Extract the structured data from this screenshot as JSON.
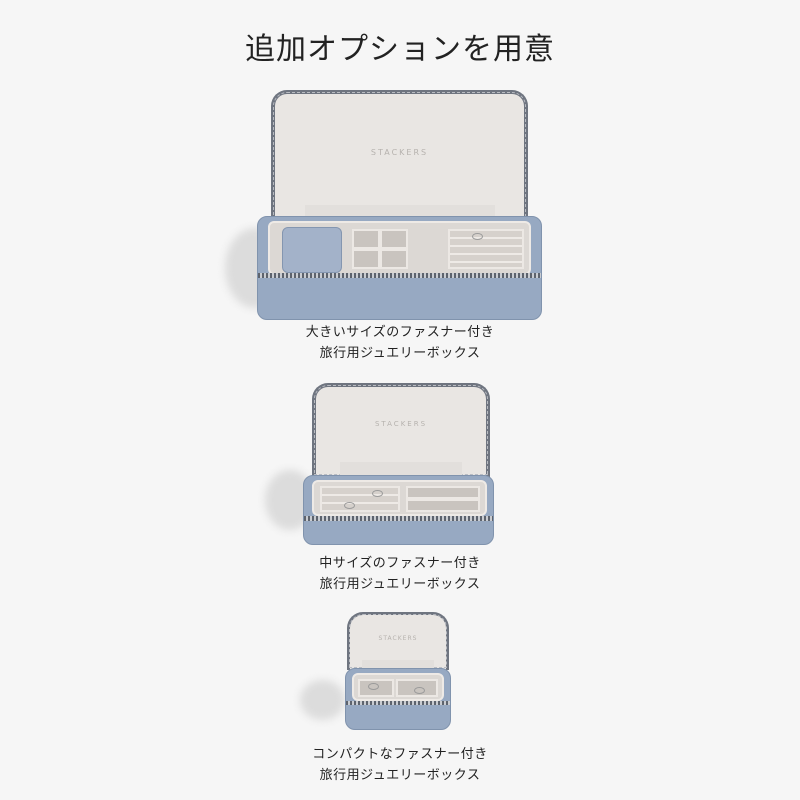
{
  "title": "追加オプションを用意",
  "brand_logo": "STACKERS",
  "products": [
    {
      "caption_line1": "大きいサイズのファスナー付き",
      "caption_line2": "旅行用ジュエリーボックス"
    },
    {
      "caption_line1": "中サイズのファスナー付き",
      "caption_line2": "旅行用ジュエリーボックス"
    },
    {
      "caption_line1": "コンパクトなファスナー付き",
      "caption_line2": "旅行用ジュエリーボックス"
    }
  ],
  "colors": {
    "case_blue": "#97a9c2",
    "lining": "#e9e6e3",
    "zipper": "#6f7580",
    "background": "#f6f6f6"
  }
}
